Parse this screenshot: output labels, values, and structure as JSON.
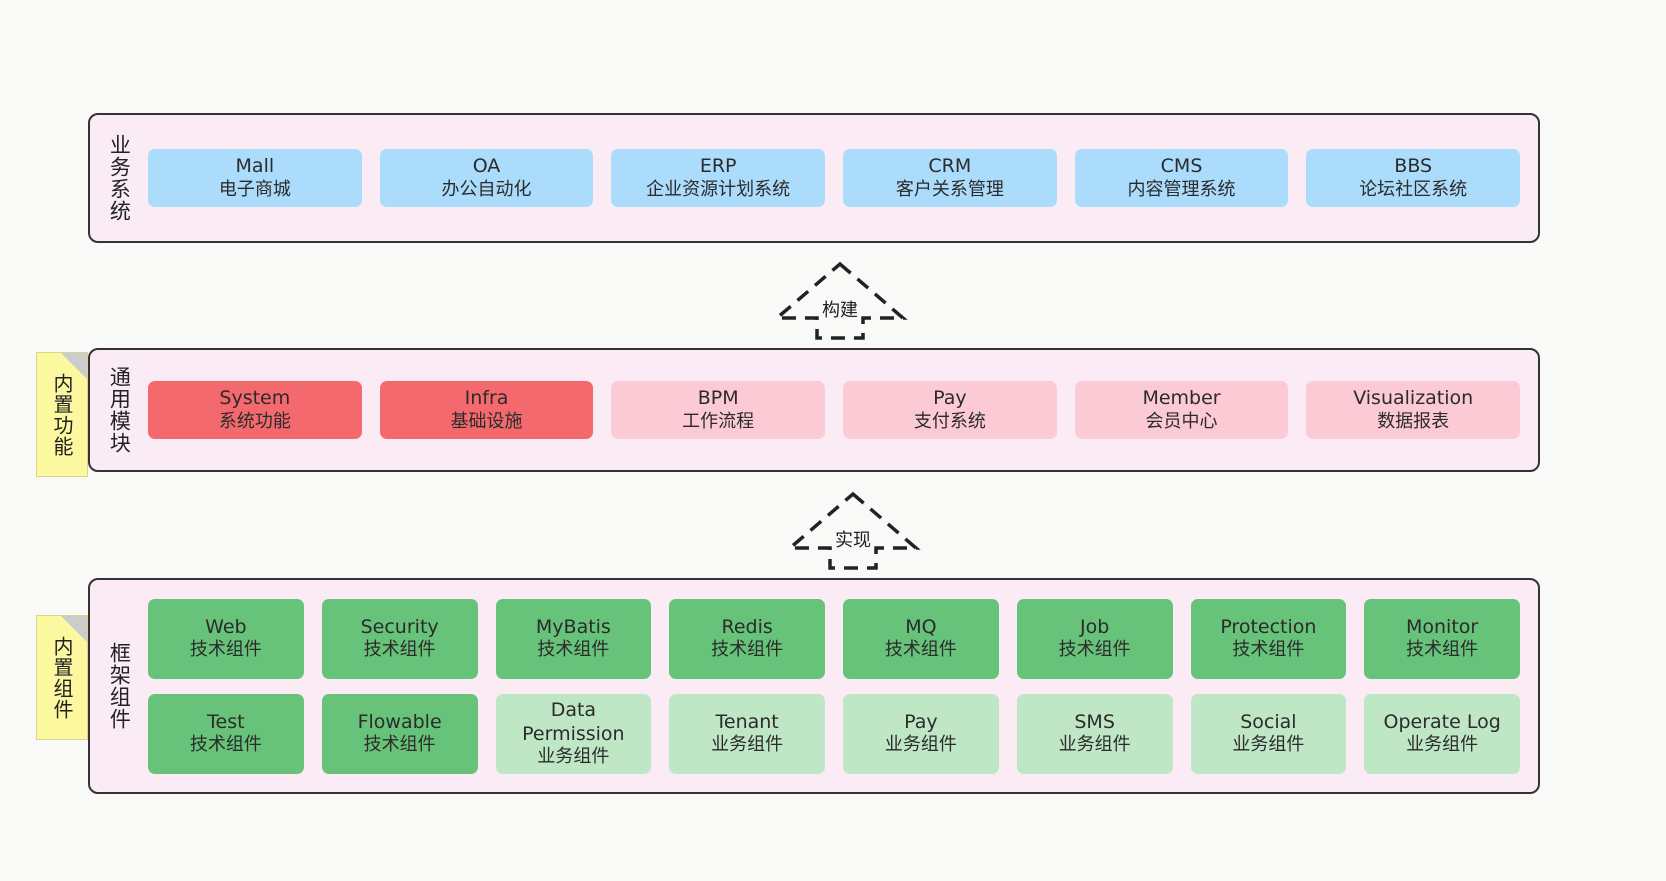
{
  "diagram": {
    "background_color": "#f9f9f8",
    "band_fill": "#faebf5",
    "band_border": "#333333",
    "note_fill": "#fbf8a0",
    "colors": {
      "business": "#abdcfb",
      "module_core": "#f4696e",
      "module_ext": "#fccad5",
      "framework_tech": "#66c379",
      "framework_biz": "#bfe7c6"
    }
  },
  "layers": {
    "business": {
      "title": "业务系统",
      "cards": [
        {
          "en": "Mall",
          "cn": "电子商城",
          "color": "#abdcfb"
        },
        {
          "en": "OA",
          "cn": "办公自动化",
          "color": "#abdcfb"
        },
        {
          "en": "ERP",
          "cn": "企业资源计划系统",
          "color": "#abdcfb"
        },
        {
          "en": "CRM",
          "cn": "客户关系管理",
          "color": "#abdcfb"
        },
        {
          "en": "CMS",
          "cn": "内容管理系统",
          "color": "#abdcfb"
        },
        {
          "en": "BBS",
          "cn": "论坛社区系统",
          "color": "#abdcfb"
        }
      ]
    },
    "modules": {
      "title": "通用模块",
      "note": "内置功能",
      "cards": [
        {
          "en": "System",
          "cn": "系统功能",
          "color": "#f4696e"
        },
        {
          "en": "Infra",
          "cn": "基础设施",
          "color": "#f4696e"
        },
        {
          "en": "BPM",
          "cn": "工作流程",
          "color": "#fccad5"
        },
        {
          "en": "Pay",
          "cn": "支付系统",
          "color": "#fccad5"
        },
        {
          "en": "Member",
          "cn": "会员中心",
          "color": "#fccad5"
        },
        {
          "en": "Visualization",
          "cn": "数据报表",
          "color": "#fccad5"
        }
      ]
    },
    "framework": {
      "title": "框架组件",
      "note": "内置组件",
      "row1": [
        {
          "en": "Web",
          "cn": "技术组件",
          "color": "#66c379"
        },
        {
          "en": "Security",
          "cn": "技术组件",
          "color": "#66c379"
        },
        {
          "en": "MyBatis",
          "cn": "技术组件",
          "color": "#66c379"
        },
        {
          "en": "Redis",
          "cn": "技术组件",
          "color": "#66c379"
        },
        {
          "en": "MQ",
          "cn": "技术组件",
          "color": "#66c379"
        },
        {
          "en": "Job",
          "cn": "技术组件",
          "color": "#66c379"
        },
        {
          "en": "Protection",
          "cn": "技术组件",
          "color": "#66c379"
        },
        {
          "en": "Monitor",
          "cn": "技术组件",
          "color": "#66c379"
        }
      ],
      "row2": [
        {
          "en": "Test",
          "cn": "技术组件",
          "color": "#66c379"
        },
        {
          "en": "Flowable",
          "cn": "技术组件",
          "color": "#66c379"
        },
        {
          "en": "Data",
          "en2": "Permission",
          "cn": "业务组件",
          "color": "#bfe7c6"
        },
        {
          "en": "Tenant",
          "cn": "业务组件",
          "color": "#bfe7c6"
        },
        {
          "en": "Pay",
          "cn": "业务组件",
          "color": "#bfe7c6"
        },
        {
          "en": "SMS",
          "cn": "业务组件",
          "color": "#bfe7c6"
        },
        {
          "en": "Social",
          "cn": "业务组件",
          "color": "#bfe7c6"
        },
        {
          "en": "Operate Log",
          "cn": "业务组件",
          "color": "#bfe7c6"
        }
      ]
    }
  },
  "connectors": [
    {
      "label": "构建",
      "from": "modules",
      "to": "business"
    },
    {
      "label": "实现",
      "from": "framework",
      "to": "modules"
    }
  ]
}
